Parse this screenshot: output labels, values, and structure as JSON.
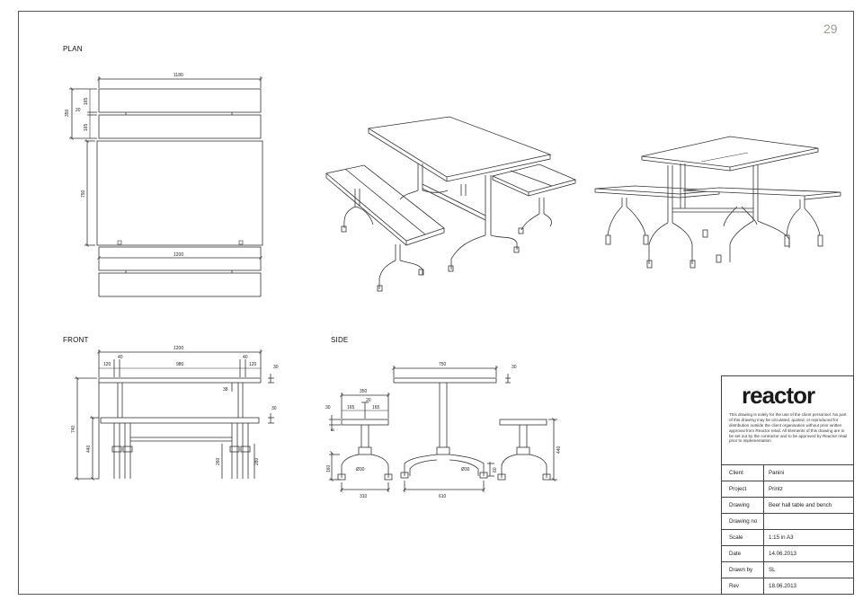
{
  "page": {
    "number": "29"
  },
  "views": {
    "plan": "PLAN",
    "front": "FRONT",
    "side": "SIDE"
  },
  "dimensions": {
    "plan": {
      "top_width": "1180",
      "depth_total": "350",
      "board_a": "165",
      "gap": "20",
      "board_b": "165",
      "table_depth": "750",
      "table_width": "1200"
    },
    "front": {
      "overall": "1200",
      "left_offset": "120",
      "left_leg": "40",
      "inner": "980",
      "right_leg": "40",
      "right_offset": "120",
      "top_thk": "30",
      "apron": "38",
      "bench_thk": "30",
      "height": "740",
      "bench_height": "440",
      "bench_leg": "260",
      "table_leg": "280"
    },
    "side": {
      "table_top": "750",
      "top_thk": "30",
      "bench_width": "350",
      "post": "20",
      "seat_a": "165",
      "seat_b": "165",
      "seat_thk": "30",
      "rail": "8",
      "foot_h": "160",
      "pipe_a": "Ø30",
      "pipe_b": "Ø30",
      "foot_r": "60",
      "bench_base": "310",
      "table_base": "610",
      "bench_height": "440"
    }
  },
  "title_block": {
    "logo": "reactor",
    "disclaimer": "This drawing is solely for the use of the client personnel. No part of this drawing may be circulated, quoted, or reproduced for distribution outside the client organisation without prior written approval from Reactor retail. All Elements of this drawing are to be set out by the contractor and to be approved by Reactor retail prior to implementation",
    "rows": [
      {
        "label": "Client",
        "value": "Panini"
      },
      {
        "label": "Project",
        "value": "Printz"
      },
      {
        "label": "Drawing",
        "value": "Beer hall table and bench"
      },
      {
        "label": "Drawing no",
        "value": ""
      },
      {
        "label": "Scale",
        "value": "1:15 in A3"
      },
      {
        "label": "Date",
        "value": "14.06.2013"
      },
      {
        "label": "Drawn by",
        "value": "SL"
      },
      {
        "label": "Rev",
        "value": "18.06.2013"
      }
    ]
  }
}
